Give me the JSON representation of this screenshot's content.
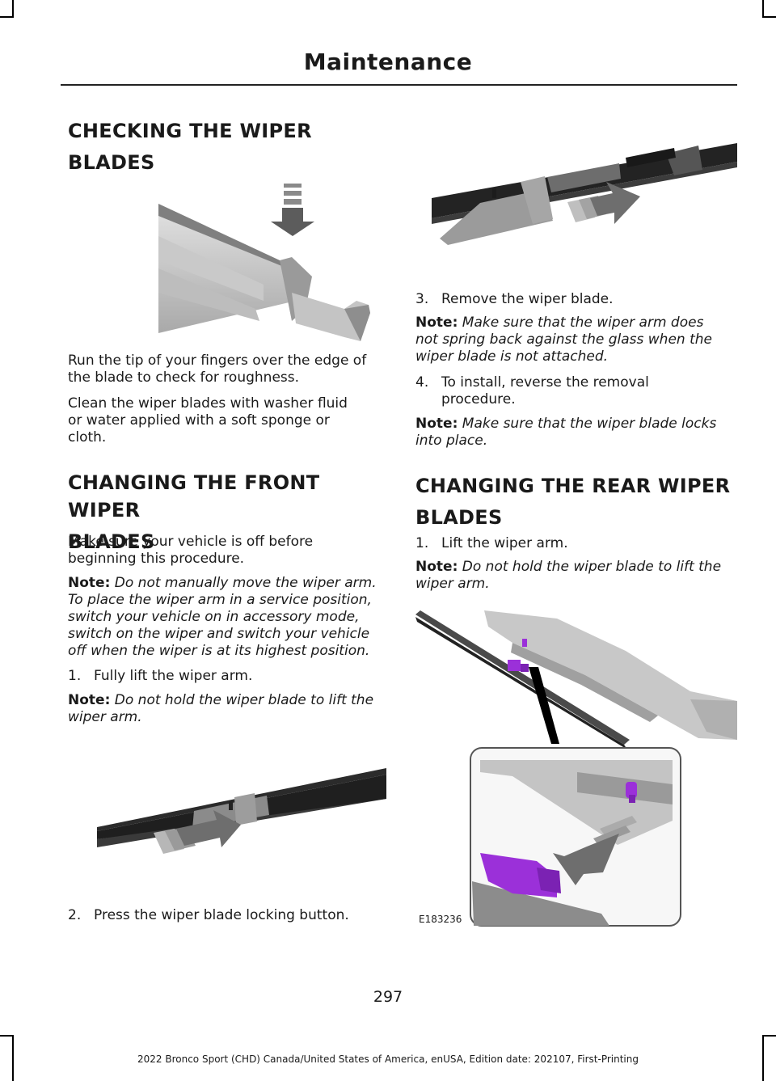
{
  "header": {
    "title": "Maintenance"
  },
  "left": {
    "heading1_line1": "CHECKING THE WIPER",
    "heading1_line2": "BLADES",
    "p1_line1": "Run the tip of your fingers over the edge of",
    "p1_line2": "the blade to check for roughness.",
    "p2_line1": "Clean the wiper blades with washer fluid",
    "p2_line2": "or water applied with a soft sponge or",
    "p2_line3": "cloth.",
    "heading2_line1": "CHANGING THE FRONT WIPER",
    "heading2_line2": "BLADES",
    "p3_line1": "Make sure your vehicle is off before",
    "p3_line2": "beginning this procedure.",
    "note_label": "Note:",
    "note1_line1": "Do not manually move the wiper arm.",
    "note1_line2": "To place the wiper arm in a service position,",
    "note1_line3": "switch your vehicle on in accessory mode,",
    "note1_line4": "switch on the wiper and switch your vehicle",
    "note1_line5": "off when the wiper is at its highest position.",
    "step1_num": "1.",
    "step1_text": "Fully lift the wiper arm.",
    "note2_line1": "Do not hold the wiper blade to lift the",
    "note2_line2": "wiper arm.",
    "step2_num": "2.",
    "step2_text": "Press the wiper blade locking button."
  },
  "right": {
    "step3_num": "3.",
    "step3_text": "Remove the wiper blade.",
    "note_label": "Note:",
    "note3_line1": "Make sure that the wiper arm does",
    "note3_line2": "not spring back against the glass when the",
    "note3_line3": "wiper blade is not attached.",
    "step4_num": "4.",
    "step4_line1": "To install, reverse the removal",
    "step4_line2": "procedure.",
    "note4_line1": "Make sure that the wiper blade locks",
    "note4_line2": "into place.",
    "heading3_line1": "CHANGING THE REAR WIPER",
    "heading3_line2": "BLADES",
    "step5_num": "1.",
    "step5_text": "Lift the wiper arm.",
    "note5_line1": "Do not hold the wiper blade to lift the",
    "note5_line2": "wiper arm.",
    "figure_code": "E183236"
  },
  "page_number": "297",
  "footer": "2022 Bronco Sport (CHD) Canada/United States of America, enUSA, Edition date: 202107, First-Printing",
  "colors": {
    "accent_purple": "#9b30d9",
    "arrow_gray": "#6e6e6e",
    "part_gray": "#b5b5b5"
  }
}
